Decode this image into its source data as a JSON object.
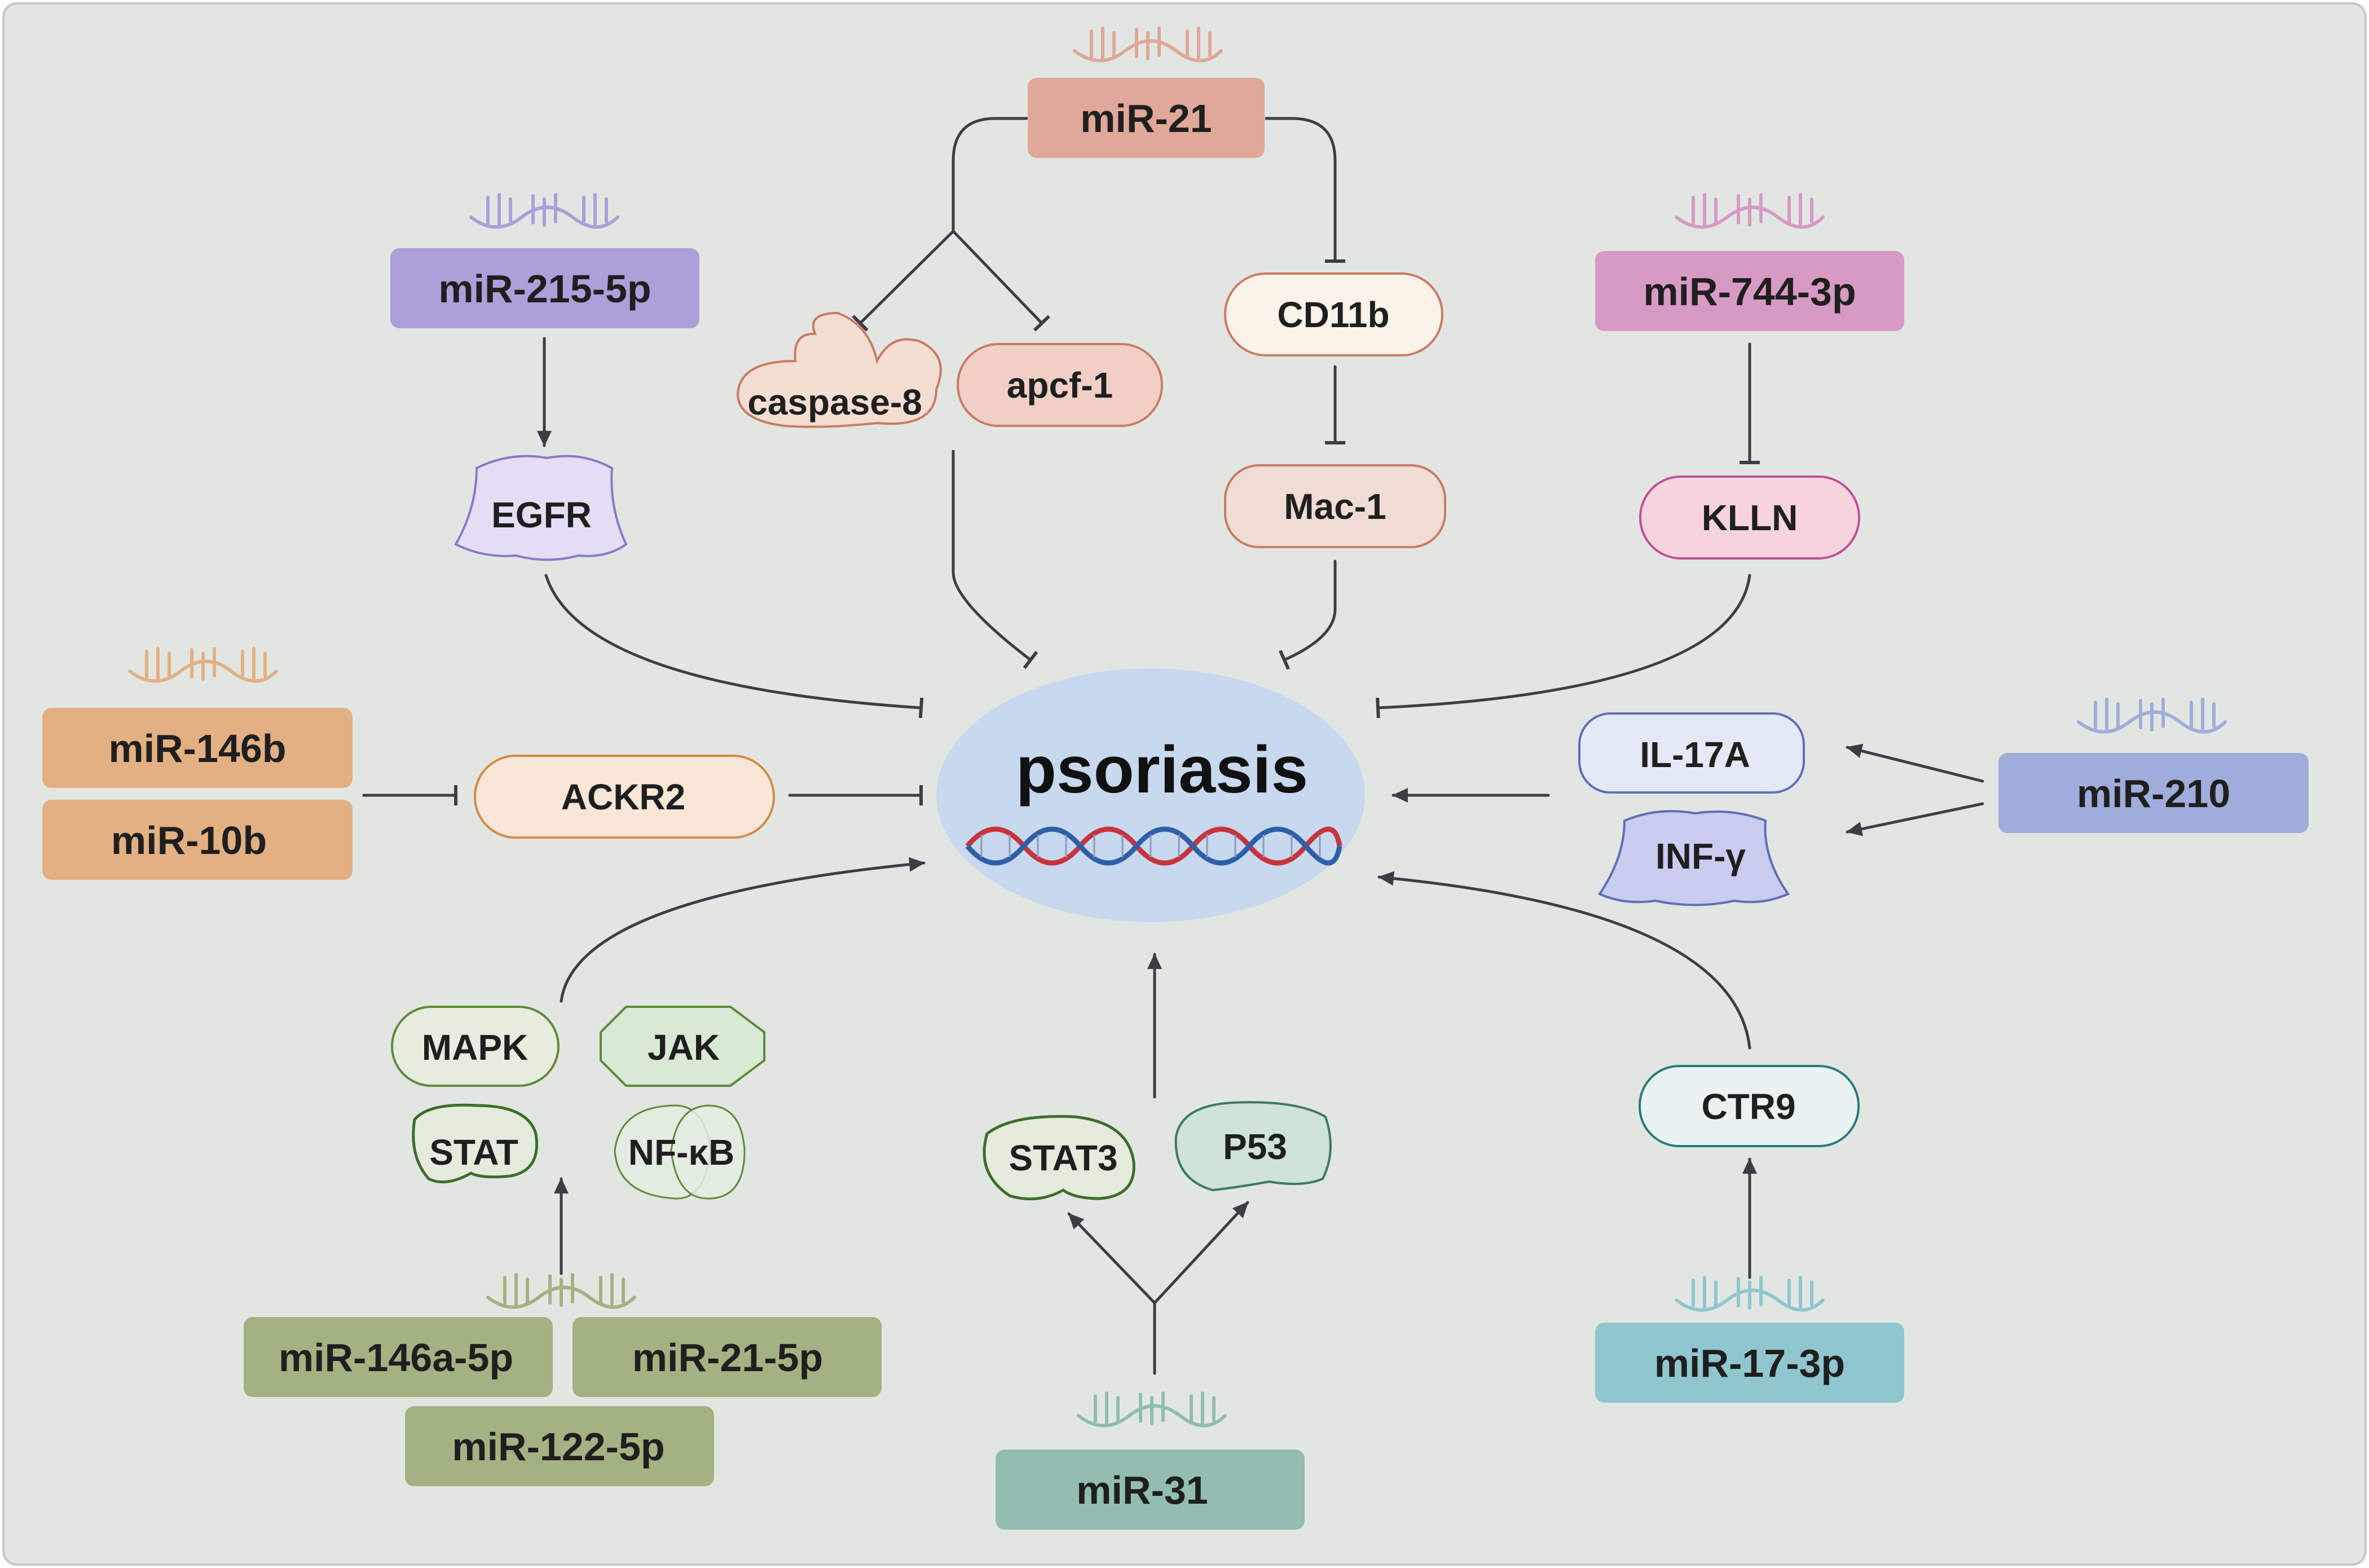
{
  "center": {
    "label": "psoriasis"
  },
  "mirnas": {
    "mir21": "miR-21",
    "mir215_5p": "miR-215-5p",
    "mir744_3p": "miR-744-3p",
    "mir146b": "miR-146b",
    "mir10b": "miR-10b",
    "mir210": "miR-210",
    "mir146a_5p": "miR-146a-5p",
    "mir21_5p": "miR-21-5p",
    "mir122_5p": "miR-122-5p",
    "mir31": "miR-31",
    "mir17_3p": "miR-17-3p"
  },
  "targets": {
    "caspase8": "caspase-8",
    "apcf1": "apcf-1",
    "cd11b": "CD11b",
    "mac1": "Mac-1",
    "egfr": "EGFR",
    "klln": "KLLN",
    "ackr2": "ACKR2",
    "il17a": "IL-17A",
    "infg": "INF-γ",
    "mapk": "MAPK",
    "jak": "JAK",
    "stat": "STAT",
    "nfkb": "NF-κB",
    "stat3": "STAT3",
    "p53": "P53",
    "ctr9": "CTR9"
  },
  "colors": {
    "background": "#e2e6e2",
    "mir21": "#dfa898",
    "mir215": "#ad9fd9",
    "mir744": "#d79ac4",
    "mir146b": "#e3b083",
    "mir210": "#a0addb",
    "mir_green": "#a3b283",
    "mir31": "#92bdb0",
    "mir17": "#90c6ce",
    "dna_red": "#c8343c",
    "dna_blue": "#2f5fa8",
    "center": "#c8d8ee",
    "edge": "#3b3e44"
  }
}
